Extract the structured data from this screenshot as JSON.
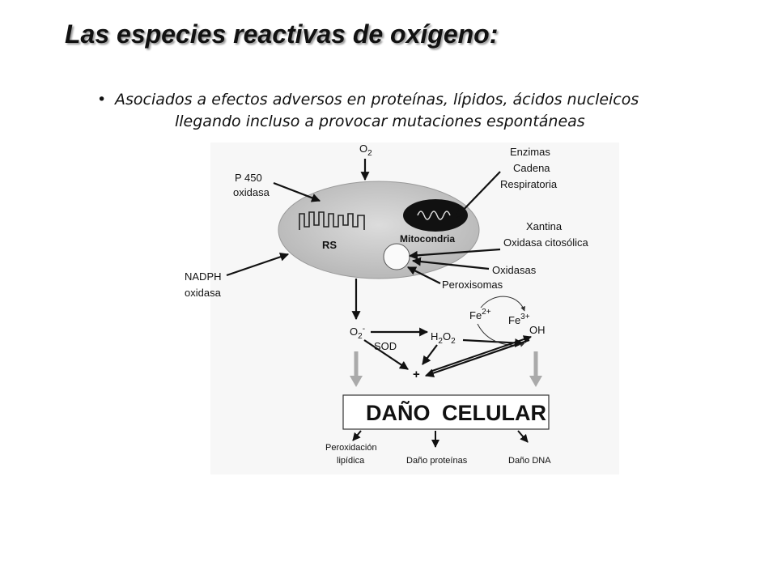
{
  "slide": {
    "title": "Las especies reactivas de oxígeno:",
    "bullet_line1": "Asociados a efectos adversos en proteínas, lípidos, ácidos nucleicos",
    "bullet_line2": "llegando incluso a provocar mutaciones espontáneas"
  },
  "diagram": {
    "o2_top": "O",
    "o2_top_sub": "2",
    "p450_1": "P 450",
    "p450_2": "oxidasa",
    "enzimas_1": "Enzimas",
    "enzimas_2": "Cadena",
    "enzimas_3": "Respiratoria",
    "xantina_1": "Xantina",
    "xantina_2": "Oxidasa citosólica",
    "oxidasas": "Oxidasas",
    "peroxisomas": "Peroxisomas",
    "nadph_1": "NADPH",
    "nadph_2": "oxidasa",
    "rs": "RS",
    "mitocondria": "Mitocondria",
    "o2_radical": "O",
    "o2_radical_sub": "2",
    "o2_radical_sup": "-",
    "sod": "SOD",
    "h2o2_a": "H",
    "h2o2_sub1": "2",
    "h2o2_b": "O",
    "h2o2_sub2": "2",
    "fe2": "Fe",
    "fe2_sup": "2+",
    "fe3": "Fe",
    "fe3_sup": "3+",
    "oh": "OH",
    "plus": "+",
    "dano_1": "DAÑO",
    "dano_2": "CELULAR",
    "perox_1": "Peroxidación",
    "perox_2": "lipídica",
    "dano_proteinas": "Daño proteínas",
    "dano_dna": "Daño DNA"
  }
}
